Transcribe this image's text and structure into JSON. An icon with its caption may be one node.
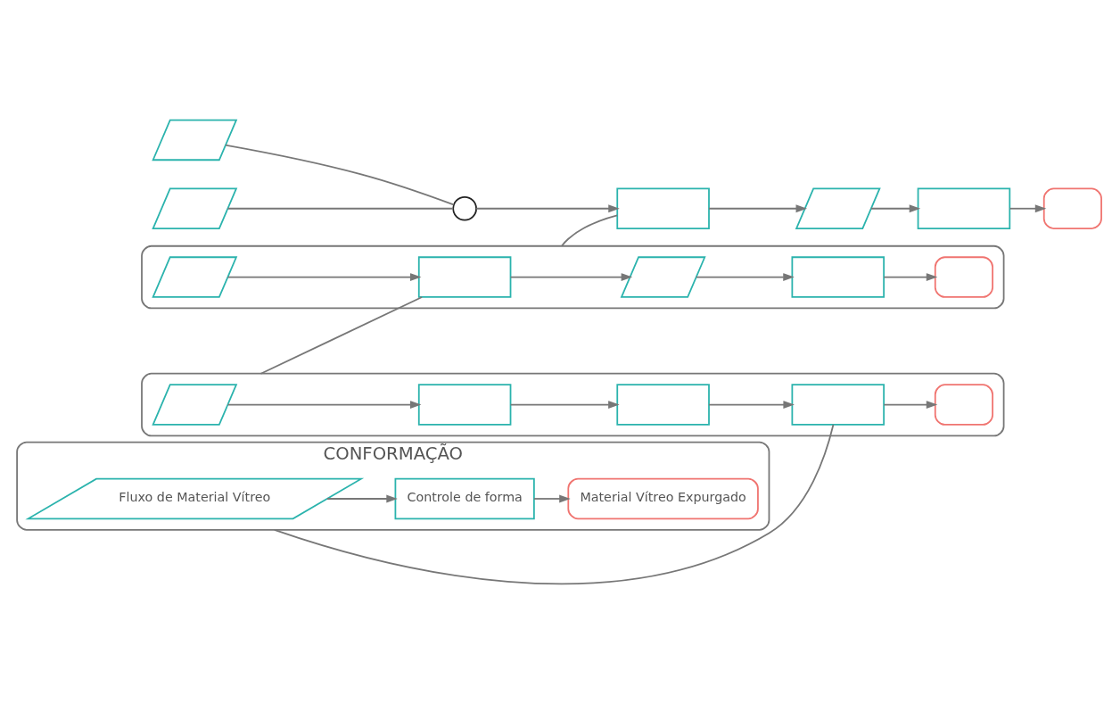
{
  "diagram": {
    "nodes": [
      {
        "text": [],
        "shape": "parallelogram"
      },
      {
        "text": [],
        "shape": "circle"
      },
      {
        "text": [],
        "shape": "parallelogram"
      },
      {
        "text": [],
        "shape": "box"
      },
      {
        "text": [],
        "shape": "parallelogram"
      },
      {
        "text": [],
        "shape": "box"
      },
      {
        "text": [],
        "shape": "oval"
      },
      {
        "text": [],
        "shape": "box"
      },
      {
        "text": [],
        "shape": "parallelogram",
        "in": 7
      },
      {
        "text": [],
        "shape": "box",
        "in": 7
      },
      {
        "text": [],
        "shape": "parallelogram",
        "in": 7
      },
      {
        "text": [],
        "shape": "box",
        "in": 7
      },
      {
        "text": [],
        "shape": "oval",
        "in": 7
      },
      {
        "text": [],
        "shape": "box"
      },
      {
        "text": [],
        "shape": "parallelogram",
        "in": 13
      },
      {
        "text": [],
        "shape": "box",
        "in": 13
      },
      {
        "text": [],
        "shape": "box",
        "in": 13
      },
      {
        "text": [],
        "shape": "box",
        "in": 13
      },
      {
        "text": [],
        "shape": "oval",
        "in": 13
      },
      {
        "text": [
          "CONFORMAÇÃO"
        ]
      },
      {
        "text": [
          "Fluxo de Material Vítreo"
        ],
        "in": 19
      },
      {
        "text": [
          "Controle de forma"
        ],
        "in": 19
      },
      {
        "text": [
          "Material Vítreo Expurgado"
        ],
        "in": 19
      }
    ],
    "edges": [
      {
        "from": 0,
        "to": 1,
        "arrow": "none"
      },
      {
        "from": 2,
        "to": 1,
        "arrow": "none"
      },
      {
        "from": 1,
        "to": 3,
        "arrow": "to"
      },
      {
        "from": 3,
        "to": 4,
        "arrow": "to"
      },
      {
        "from": 4,
        "to": 5,
        "arrow": "to"
      },
      {
        "from": 5,
        "to": 6,
        "arrow": "to"
      },
      {
        "from": 3,
        "to": 7,
        "arrow": "none"
      },
      {
        "from": 8,
        "to": 9,
        "arrow": "to"
      },
      {
        "from": 9,
        "to": 10,
        "arrow": "to"
      },
      {
        "from": 10,
        "to": 11,
        "arrow": "to"
      },
      {
        "from": 11,
        "to": 12,
        "arrow": "to"
      },
      {
        "from": 9,
        "to": 13,
        "arrow": "none"
      },
      {
        "from": 14,
        "to": 15,
        "arrow": "to"
      },
      {
        "from": 15,
        "to": 16,
        "arrow": "to"
      },
      {
        "from": 16,
        "to": 17,
        "arrow": "to"
      },
      {
        "from": 17,
        "to": 18,
        "arrow": "to"
      },
      {
        "from": 17,
        "to": 19,
        "arrow": "none"
      },
      {
        "from": 20,
        "to": 21,
        "arrow": "to"
      },
      {
        "from": 21,
        "to": 22,
        "arrow": "to"
      }
    ]
  }
}
